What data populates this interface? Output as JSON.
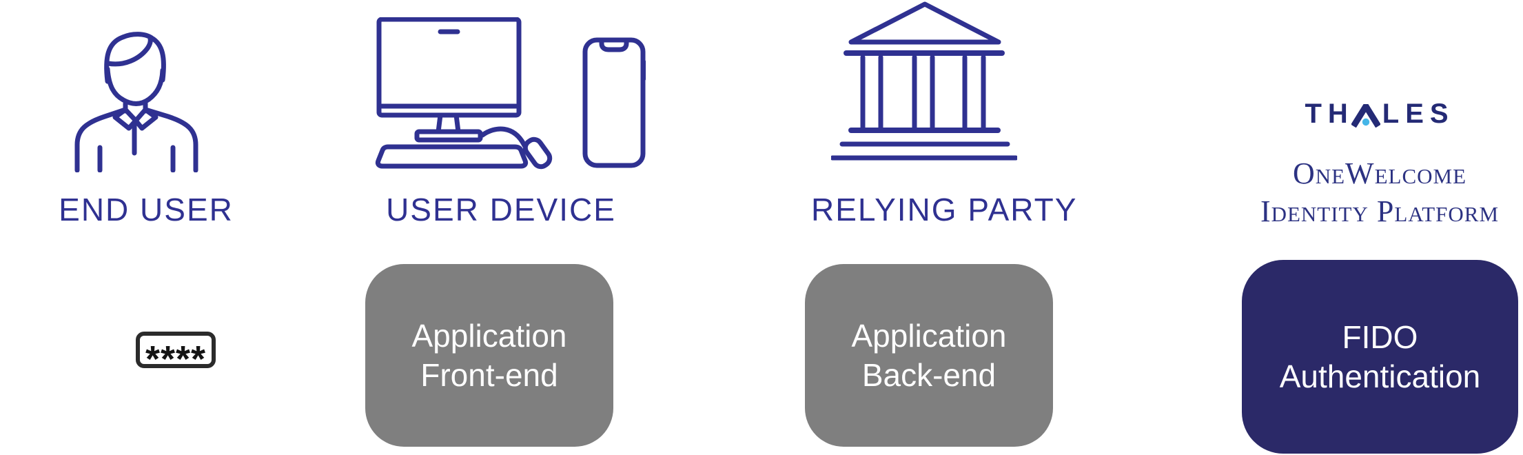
{
  "colors": {
    "icon_navy": "#2f3191",
    "label_navy": "#2f3191",
    "onewelcome_navy": "#2c3282",
    "thales_logo_navy": "#242a75",
    "thales_dot_blue": "#45b6e8",
    "gray_box": "#7f7f7f",
    "fido_box_navy": "#2b2968",
    "box_text": "#ffffff",
    "password_border": "#2b2b2b",
    "password_text": "#141414",
    "background": "#ffffff"
  },
  "icons": {
    "end_user": "person-icon",
    "user_device": "desktop-and-smartphone-icon",
    "relying_party": "bank-building-icon",
    "identity_platform": "thales-logo",
    "password": "password-field-asterisks"
  },
  "columns": {
    "end_user": {
      "label": "END USER",
      "password": {
        "value": "****"
      }
    },
    "user_device": {
      "label": "USER DEVICE",
      "box": {
        "line1": "Application",
        "line2": "Front-end"
      }
    },
    "relying_party": {
      "label": "RELYING PARTY",
      "box": {
        "line1": "Application",
        "line2": "Back-end"
      }
    },
    "identity_platform": {
      "logo": {
        "th": "TH",
        "les": "LES",
        "full": "THALES"
      },
      "platform_line1": "OneWelcome",
      "platform_line2": "Identity Platform",
      "box": {
        "line1": "FIDO",
        "line2": "Authentication"
      }
    }
  }
}
